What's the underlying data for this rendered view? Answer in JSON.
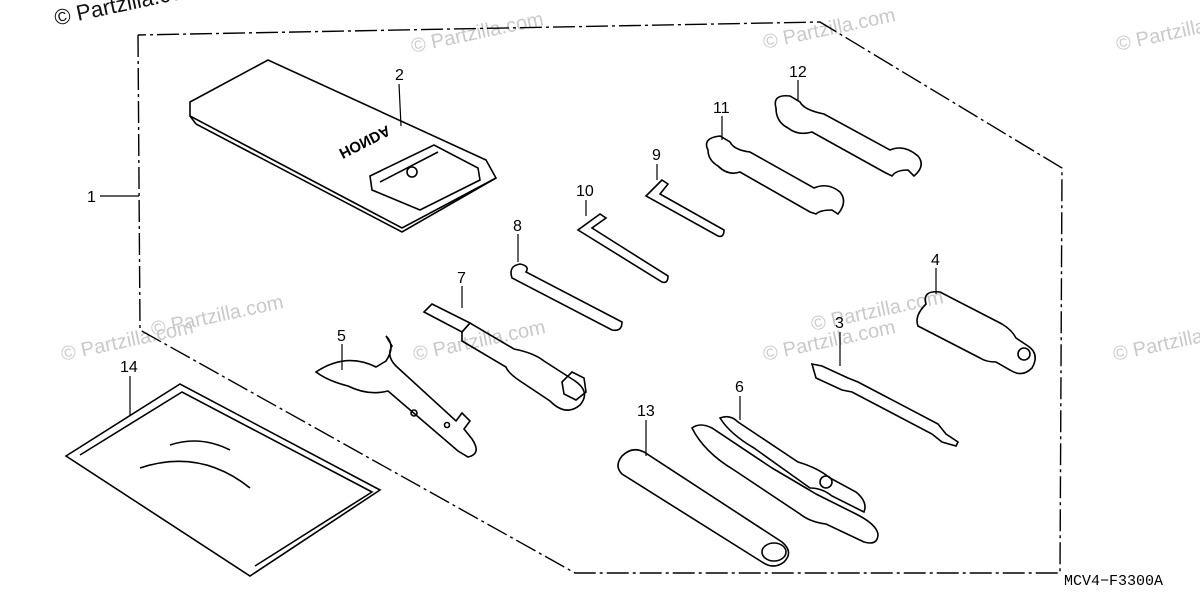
{
  "copyright": "© Partzilla.com",
  "watermarks": [
    "© Partzilla.com",
    "© Partzilla.com",
    "© Partzilla.com",
    "© Partzilla.com",
    "© Partzilla.com",
    "© Partzilla.com",
    "© Partzilla.com",
    "© Partzilla.com",
    "© Partzilla.com"
  ],
  "diagram_code": "MCV4−F3300A",
  "pouch_brand": "HONDA",
  "callouts": [
    "1",
    "2",
    "3",
    "4",
    "5",
    "6",
    "7",
    "8",
    "9",
    "10",
    "11",
    "12",
    "13",
    "14"
  ],
  "colors": {
    "ink": "#000000",
    "watermark": "#c9c9c9",
    "background": "#ffffff"
  }
}
